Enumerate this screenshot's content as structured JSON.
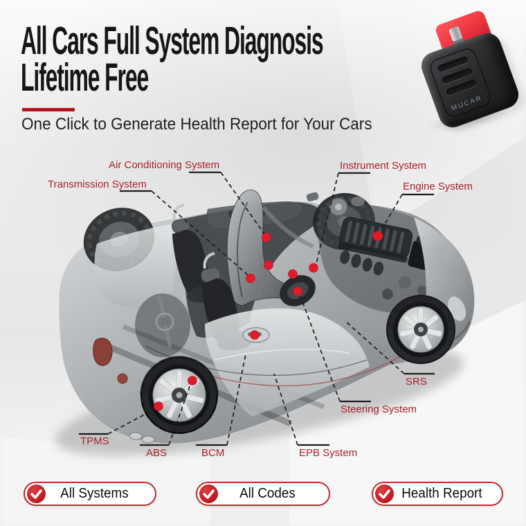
{
  "header": {
    "title_line1": "All Cars Full System Diagnosis",
    "title_line2": "Lifetime Free",
    "subtitle": "One Click to Generate Health Report for Your Cars"
  },
  "device": {
    "brand": "MUCAR"
  },
  "diagram": {
    "labels": [
      {
        "id": "air-conditioning",
        "text": "Air Conditioning System"
      },
      {
        "id": "transmission",
        "text": "Transmission System"
      },
      {
        "id": "instrument",
        "text": "Instrument System"
      },
      {
        "id": "engine",
        "text": "Engine System"
      },
      {
        "id": "srs",
        "text": "SRS"
      },
      {
        "id": "steering",
        "text": "Steering System"
      },
      {
        "id": "tpms",
        "text": "TPMS"
      },
      {
        "id": "abs",
        "text": "ABS"
      },
      {
        "id": "bcm",
        "text": "BCM"
      },
      {
        "id": "epb",
        "text": "EPB System"
      }
    ]
  },
  "buttons": [
    {
      "label": "All Systems",
      "icon": "check-icon"
    },
    {
      "label": "All Codes",
      "icon": "check-icon"
    },
    {
      "label": "Health Report",
      "icon": "check-icon"
    }
  ],
  "colors": {
    "label_red": "#ab1f2b",
    "divider_red": "#b5151d",
    "button_border_red": "#c2272e",
    "check_red": "#c01820",
    "dot_red": "#e11b2c",
    "title_black": "#161616"
  }
}
